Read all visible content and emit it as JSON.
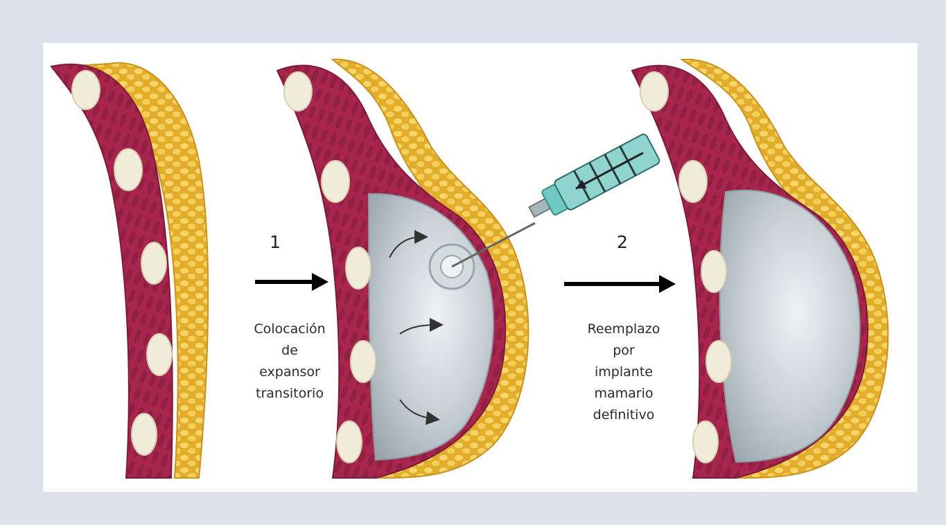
{
  "steps": [
    {
      "number": "1",
      "caption": [
        "Colocación",
        "de",
        "expansor",
        "transitorio"
      ]
    },
    {
      "number": "2",
      "caption": [
        "Reemplazo",
        "por",
        "implante",
        "mamario",
        "definitivo"
      ]
    }
  ],
  "colors": {
    "background": "#dde1e9",
    "panel": "#ffffff",
    "muscle": "#a8264e",
    "muscle_dark": "#7d1a3a",
    "fat": "#e7b732",
    "fat_light": "#f6d66a",
    "fascia_spot": "#f1ecd9",
    "implant": "#c9d1d6",
    "arrow": "#000000"
  },
  "icons": [
    "syringe-icon",
    "expansion-arrow-icon",
    "step-arrow-icon"
  ]
}
